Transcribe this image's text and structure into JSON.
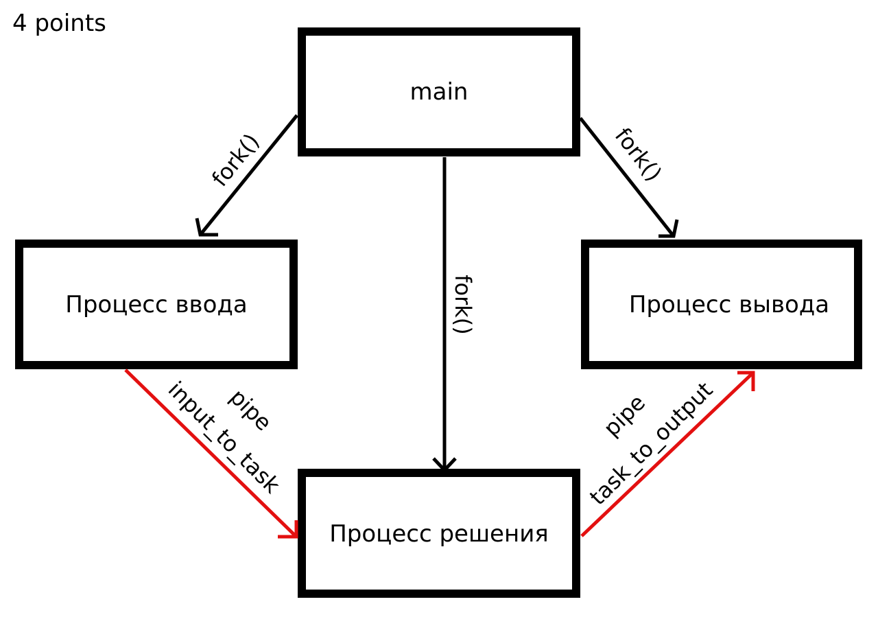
{
  "title": "4 points",
  "nodes": {
    "main": "main",
    "input_process": "Процесс ввода",
    "output_process": "Процесс вывода",
    "solve_process": "Процесс решения"
  },
  "edges": {
    "main_to_input": "fork()",
    "main_to_solve": "fork()",
    "main_to_output": "fork()",
    "input_to_solve": {
      "line1": "pipe",
      "line2": "input_to_task"
    },
    "solve_to_output": {
      "line1": "pipe",
      "line2": "task_to_output"
    }
  },
  "colors": {
    "fork_edge": "#000000",
    "pipe_edge": "#e31010",
    "node_border": "#000000"
  }
}
